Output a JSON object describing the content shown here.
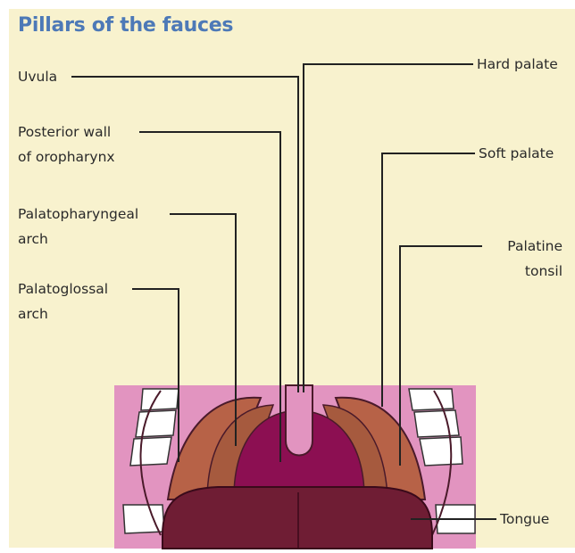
{
  "title": "Pillars of the fauces",
  "labels": {
    "uvula": "Uvula",
    "posterior_wall": [
      "Posterior wall",
      "of oropharynx"
    ],
    "palatopharyngeal_arch": [
      "Palatopharyngeal",
      "arch"
    ],
    "palatoglossal_arch": [
      "Palatoglossal",
      "arch"
    ],
    "hard_palate": "Hard palate",
    "soft_palate": "Soft palate",
    "palatine_tonsil": [
      "Palatine",
      "tonsil"
    ],
    "tongue": "Tongue"
  },
  "colors": {
    "background": "#f8f2ce",
    "title": "#4d79b7",
    "mouth_pink": "#e294c0",
    "arch": "#b76247",
    "pharynx": "#8c0f52",
    "tongue": "#6f1d34",
    "teeth": "#ffffff",
    "leader_line": "#222222"
  }
}
